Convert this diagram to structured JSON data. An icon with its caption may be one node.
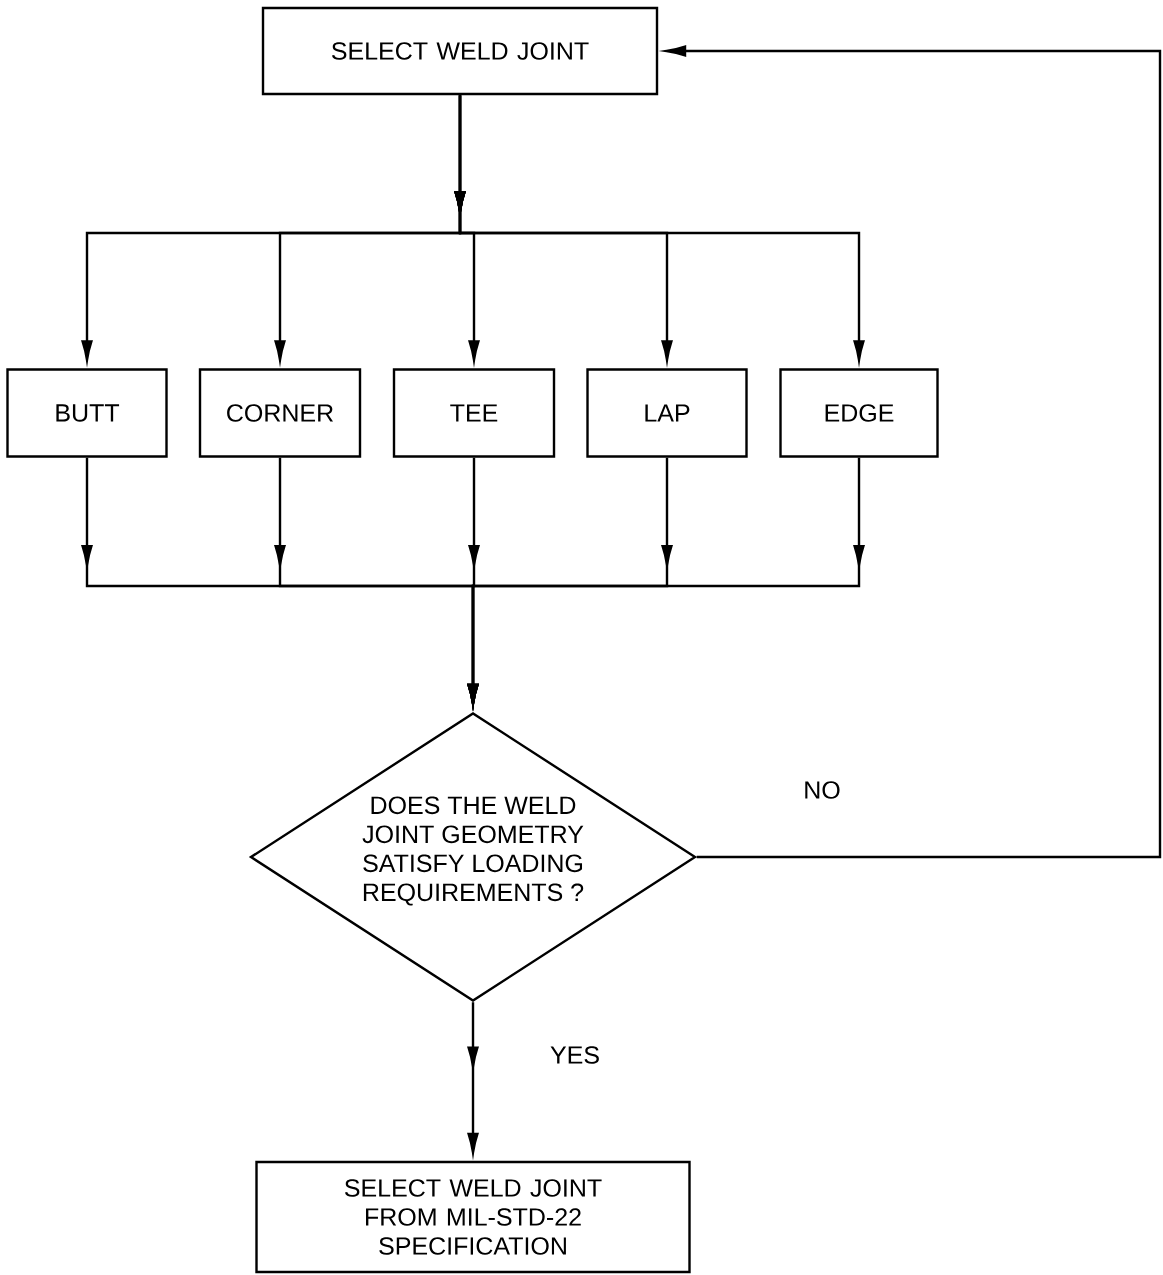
{
  "diagram": {
    "nodes": [
      {
        "text": [
          "SELECT WELD JOINT"
        ]
      },
      {
        "text": [
          "BUTT"
        ]
      },
      {
        "text": [
          "CORNER"
        ]
      },
      {
        "text": [
          "TEE"
        ]
      },
      {
        "text": [
          "LAP"
        ]
      },
      {
        "text": [
          "EDGE"
        ]
      },
      {
        "text": [
          "DOES THE WELD JOINT GEOMETRY SATISFY LOADING REQUIREMENTS ?"
        ]
      },
      {
        "text": [
          "SELECT WELD JOINT FROM MIL-STD-22 SPECIFICATION"
        ]
      }
    ],
    "edges": [
      {
        "from": 0,
        "to": 1,
        "arrow": "to"
      },
      {
        "from": 0,
        "to": 2,
        "arrow": "to"
      },
      {
        "from": 0,
        "to": 3,
        "arrow": "to"
      },
      {
        "from": 0,
        "to": 4,
        "arrow": "to"
      },
      {
        "from": 0,
        "to": 5,
        "arrow": "to"
      },
      {
        "from": 1,
        "to": 6,
        "arrow": "to"
      },
      {
        "from": 2,
        "to": 6,
        "arrow": "to"
      },
      {
        "from": 3,
        "to": 6,
        "arrow": "to"
      },
      {
        "from": 4,
        "to": 6,
        "arrow": "to"
      },
      {
        "from": 5,
        "to": 6,
        "arrow": "to"
      },
      {
        "from": 6,
        "to": 0,
        "label": "NO",
        "arrow": "to"
      },
      {
        "from": 6,
        "to": 7,
        "label": "YES",
        "arrow": "to"
      }
    ]
  }
}
